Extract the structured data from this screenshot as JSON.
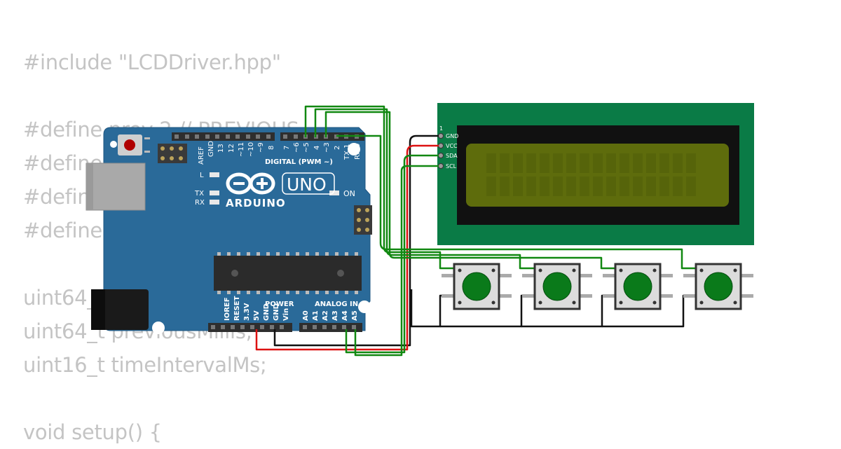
{
  "code_lines": [
    "#include \"LCDDriver.hpp\"",
    "",
    "#define prev 2 // PREVIOUS",
    "#define",
    "#define                                                       N SEL",
    "#define",
    "",
    "uint64_",
    "uint64_t previousMillis;",
    "uint16_t timeIntervalMs;",
    "",
    "void setup() {"
  ],
  "arduino": {
    "brand": "ARDUINO",
    "model": "UNO",
    "on_label": "ON",
    "l_label": "L",
    "tx_label": "TX",
    "rx_label": "RX",
    "digital_label": "DIGITAL (PWM ~)",
    "power_label": "POWER",
    "analog_label": "ANALOG IN",
    "top_pins": [
      "AREF",
      "GND",
      "13",
      "12",
      "~11",
      "~10",
      "~9",
      "8",
      "7",
      "~6",
      "~5",
      "4",
      "~3",
      "2",
      "TX 1",
      "RX 0"
    ],
    "bottom_pins": [
      "IOREF",
      "RESET",
      "3.3V",
      "5V",
      "GND",
      "GND",
      "Vin",
      "A0",
      "A1",
      "A2",
      "A3",
      "A4",
      "A5"
    ]
  },
  "lcd": {
    "pin1_label": "1",
    "pins": [
      "GND",
      "VCC",
      "SDA",
      "SCL"
    ]
  },
  "buttons": {
    "count": 4,
    "cap_color": "#0a7a1a"
  },
  "colors": {
    "board": "#2a6a99",
    "lcd_pcb": "#0a7b46",
    "lcd_screen": "#5e6c0c",
    "wire_green": "#118811",
    "wire_red": "#dd1111",
    "wire_black": "#111111",
    "code_text": "#c4c4c4"
  }
}
